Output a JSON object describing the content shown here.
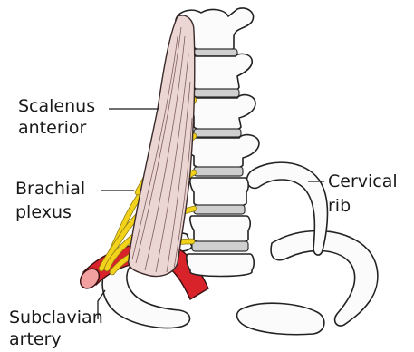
{
  "labels": {
    "scalenus_line1": "Scalenus",
    "scalenus_line2": "anterior",
    "brachial_line1": "Brachial",
    "brachial_line2": "plexus",
    "subclavian_line1": "Subclavian",
    "subclavian_line2": "artery",
    "cervical_line1": "Cervical",
    "cervical_line2": "rib"
  },
  "colors": {
    "artery": "#d9232a",
    "nerve": "#f3d21b",
    "muscle": "#ecd6d3",
    "bone": "#fbfbfb",
    "disc": "#cfcfcf"
  }
}
